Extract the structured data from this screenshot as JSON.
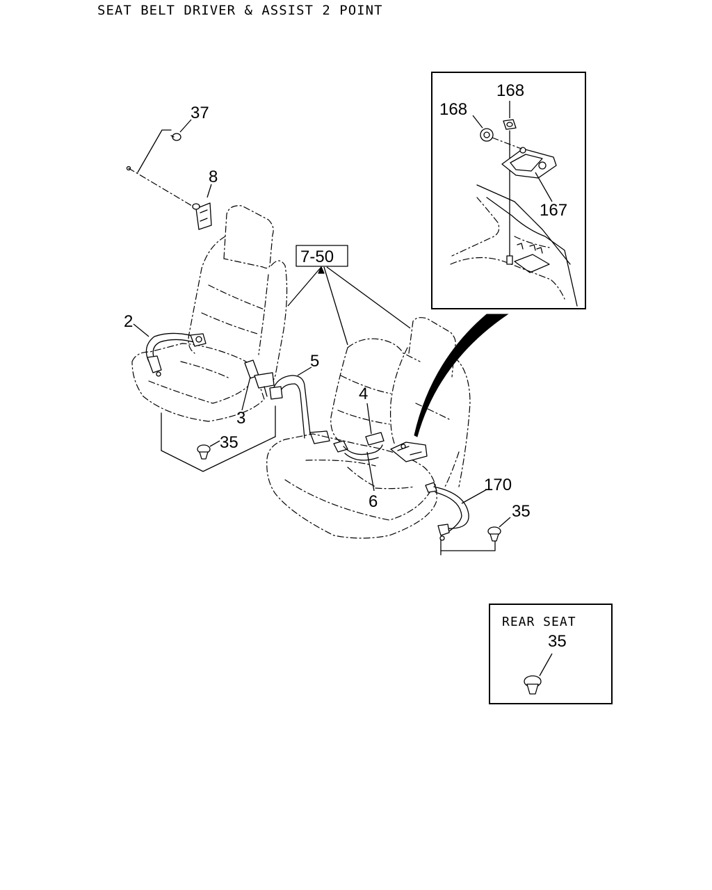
{
  "title": "SEAT BELT DRIVER & ASSIST 2 POINT",
  "callouts": {
    "c37": "37",
    "c8": "8",
    "c750": "7-50",
    "c2": "2",
    "c3": "3",
    "c5": "5",
    "c4": "4",
    "c6": "6",
    "c35a": "35",
    "c35b": "35",
    "c170": "170",
    "c168a": "168",
    "c168b": "168",
    "c167": "167"
  },
  "rear_seat": {
    "label": "REAR SEAT",
    "callout": "35"
  }
}
